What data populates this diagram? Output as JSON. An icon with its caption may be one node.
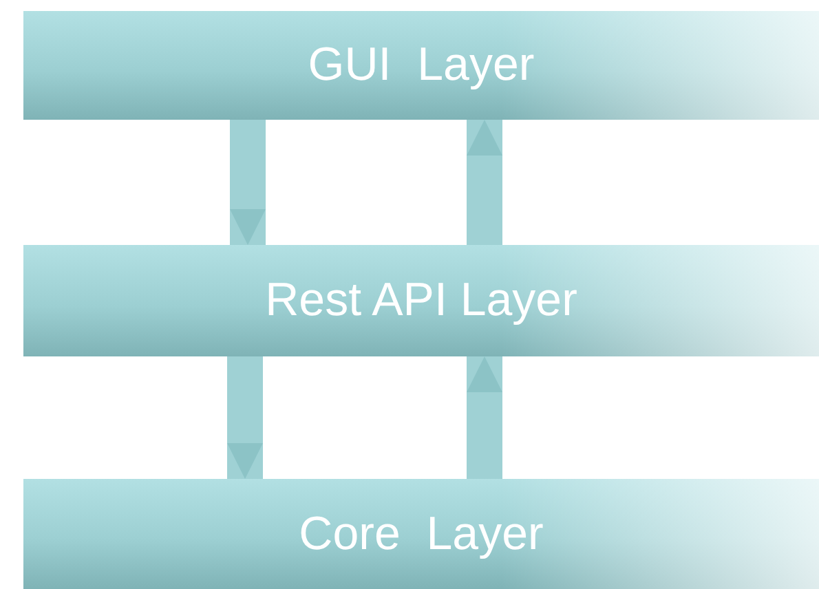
{
  "diagram": {
    "nodes": [
      {
        "text": [
          "GUI  Layer"
        ]
      },
      {
        "text": [
          "Rest API Layer"
        ]
      },
      {
        "text": [
          "Core  Layer"
        ]
      }
    ],
    "edges": [
      {
        "from": 0,
        "to": 1,
        "arrow": "to"
      },
      {
        "from": 1,
        "to": 0,
        "arrow": "to"
      },
      {
        "from": 1,
        "to": 2,
        "arrow": "to"
      },
      {
        "from": 2,
        "to": 1,
        "arrow": "to"
      }
    ]
  }
}
